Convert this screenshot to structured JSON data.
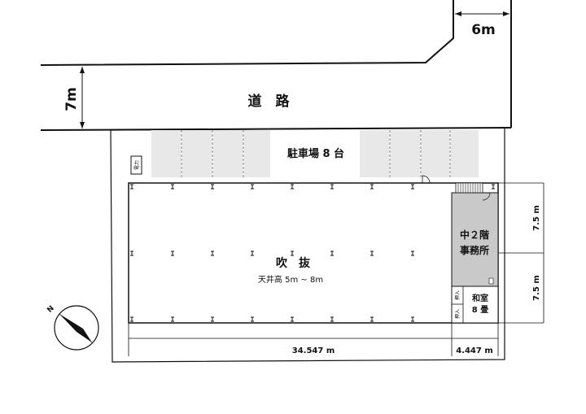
{
  "road": {
    "label": "道　路",
    "width_label": "7m",
    "setback_label": "6m"
  },
  "parking": {
    "label": "駐車場 8 台",
    "spaces": 8
  },
  "utility_box": {
    "label": "電力"
  },
  "atrium": {
    "label": "吹　抜",
    "ceiling_label": "天井高 5m ~ 8m"
  },
  "office": {
    "line1": "中２階",
    "line2": "事務所",
    "fill_color": "#c9c9c9"
  },
  "washitsu": {
    "line1": "和室",
    "line2": "8 畳"
  },
  "closets": [
    "押入",
    "押入"
  ],
  "dimensions": {
    "main_length": "34.547 m",
    "side_length": "4.447 m",
    "upper_depth": "7.5 m",
    "lower_depth": "7.5 m"
  },
  "compass": {
    "north_label": "N"
  },
  "colors": {
    "line": "#111111",
    "parking_fill": "#e8e8e8"
  }
}
